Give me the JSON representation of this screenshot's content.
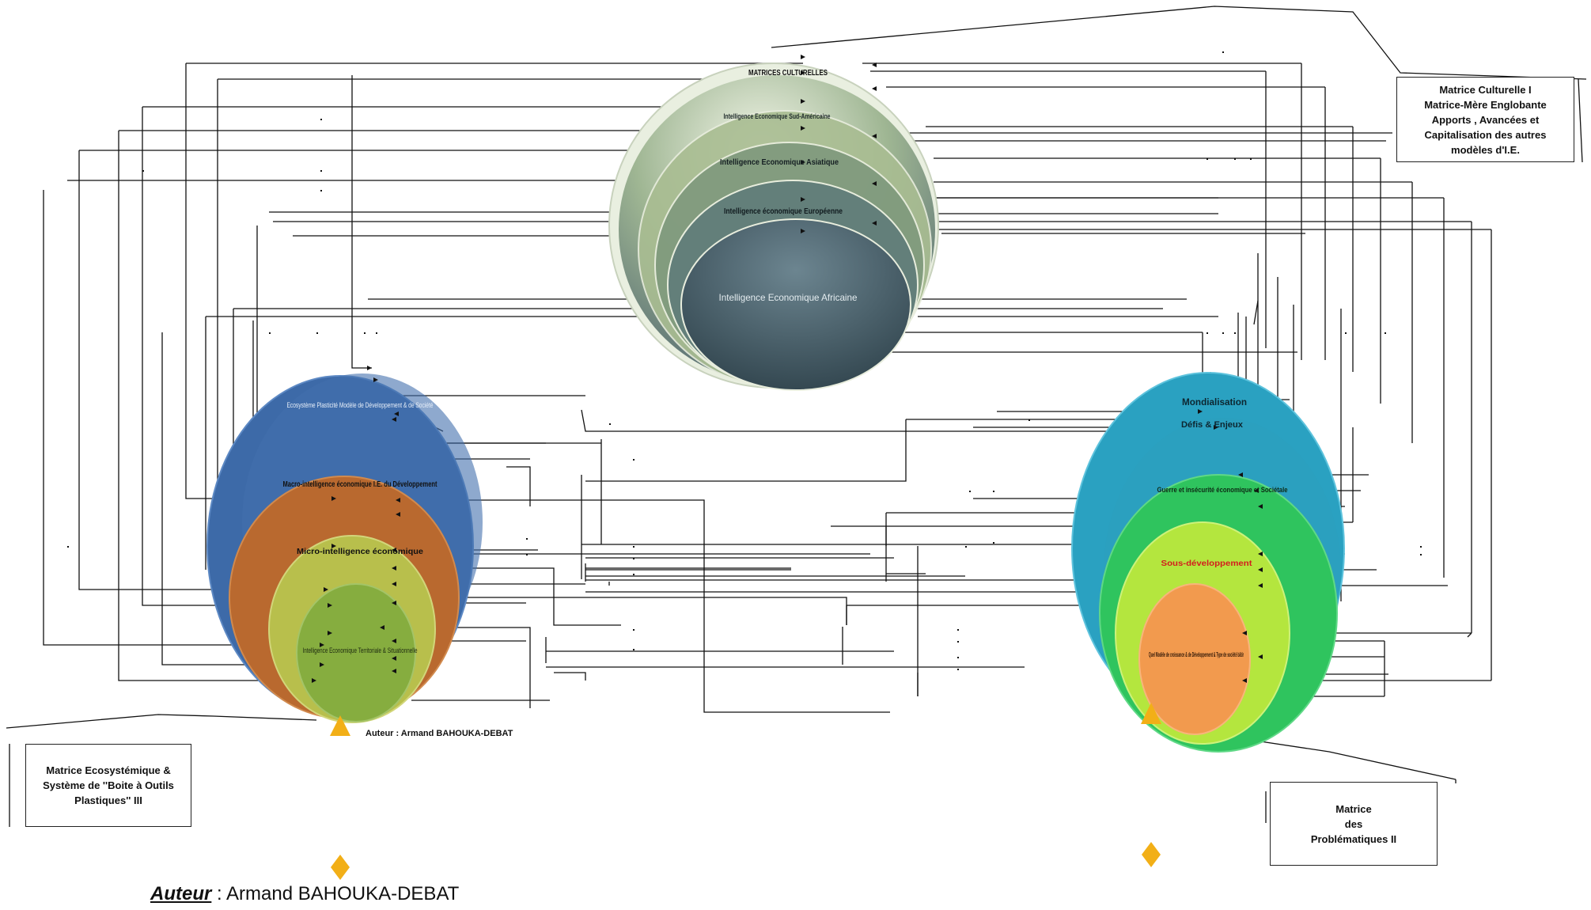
{
  "colors": {
    "culture_outer": "#dfe8cf",
    "culture_inner": "#3f5560",
    "eco_outer": "#3d6aa8",
    "eco_macro": "#b9692f",
    "eco_micro": "#b8bf4c",
    "eco_inner": "#86ad3f",
    "prob_outer": "#2aa1c1",
    "prob_guerre": "#2fc45e",
    "prob_sous": "#b4e63e",
    "prob_inner": "#f29a4e",
    "arrow": "#f7b623",
    "connector": "#111111"
  },
  "culture_sphere": {
    "levels": [
      "MATRICES CULTURELLES",
      "Intelligence Economique Sud-Américaine",
      "Intelligence Economique Asiatique",
      "Intelligence économique Européenne",
      "Intelligence Economique Africaine"
    ]
  },
  "eco_sphere": {
    "levels": [
      "Ecosystème Plasticité Modèle de Développement & de Société",
      "Macro-intelligence économique I.E. du Développement",
      "Micro-intelligence économique",
      "Intelligence Economique Territoriale & Situationnelle"
    ]
  },
  "problem_sphere": {
    "levels": [
      "Mondialisation",
      "Défis & Enjeux",
      "Guerre et insécurité économique et Sociétale",
      "Sous-développement",
      "Quel Modèle de croissance & de Développement & Type de société bâtir"
    ]
  },
  "boxes": {
    "culture": [
      "Matrice Culturelle I",
      "Matrice-Mère Englobante",
      "Apports , Avancées et",
      "Capitalisation des autres",
      "modèles d'I.E."
    ],
    "eco": [
      "Matrice Ecosystémique &",
      "Système de ''Boite à Outils",
      "Plastiques'' III"
    ],
    "problems": [
      "Matrice",
      "des",
      "Problématiques II"
    ]
  },
  "author_small": "Auteur : Armand BAHOUKA-DEBAT",
  "author_footer": {
    "label": "Auteur",
    "sep": " : ",
    "name": "Armand BAHOUKA-DEBAT"
  }
}
